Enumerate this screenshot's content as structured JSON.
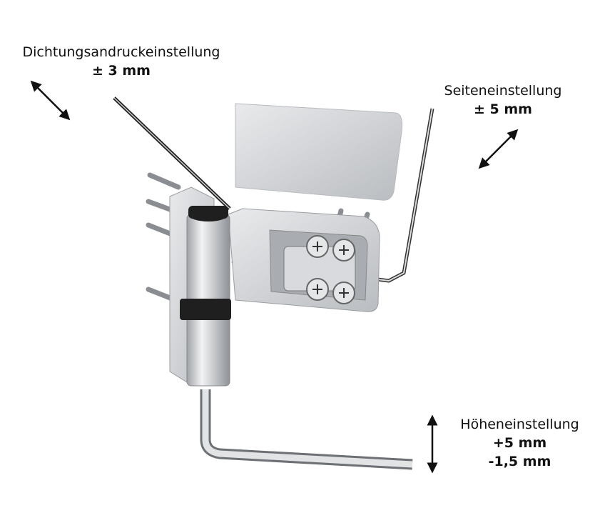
{
  "labels": {
    "seal": {
      "title": "Dichtungsandruckeinstellung",
      "value": "± 3 mm"
    },
    "side": {
      "title": "Seiteneinstellung",
      "value": "± 5 mm"
    },
    "height": {
      "title": "Höheneinstellung",
      "value_up": "+5 mm",
      "value_down": "-1,5 mm"
    }
  },
  "colors": {
    "metal": "#c9ccd0",
    "dark": "#1a1a1a",
    "arrow": "#111111"
  }
}
